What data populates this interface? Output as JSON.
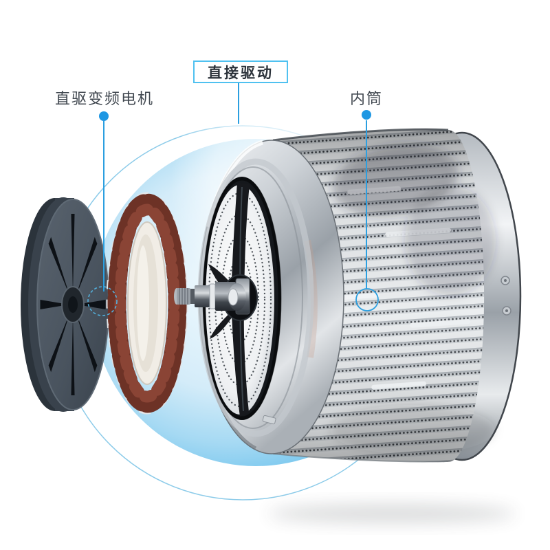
{
  "scene": {
    "title": "washing-machine-direct-drive-exploded-view",
    "background": "#ffffff"
  },
  "callouts": {
    "direct_drive": {
      "label": "直接驱动"
    },
    "motor": {
      "label": "直驱变频电机"
    },
    "inner_drum": {
      "label": "内筒"
    }
  },
  "colors": {
    "accent_blue": "#1e97e3",
    "callout_box_border": "#4fc1f0",
    "halo_blue": "#79c7ee",
    "halo_ring": "#8ccbe9",
    "label_text": "#40474f",
    "copper_winding": "#6d3226",
    "stator_core_silver": "#e3e6e9",
    "rotor_body": "#49535e",
    "rotor_spoke_cutout": "#0d1116",
    "drum_metal_light": "#e9ecee",
    "drum_metal_dark": "#aeb4ba",
    "drum_perforation": "#33383e",
    "spider_black": "#17191d"
  }
}
